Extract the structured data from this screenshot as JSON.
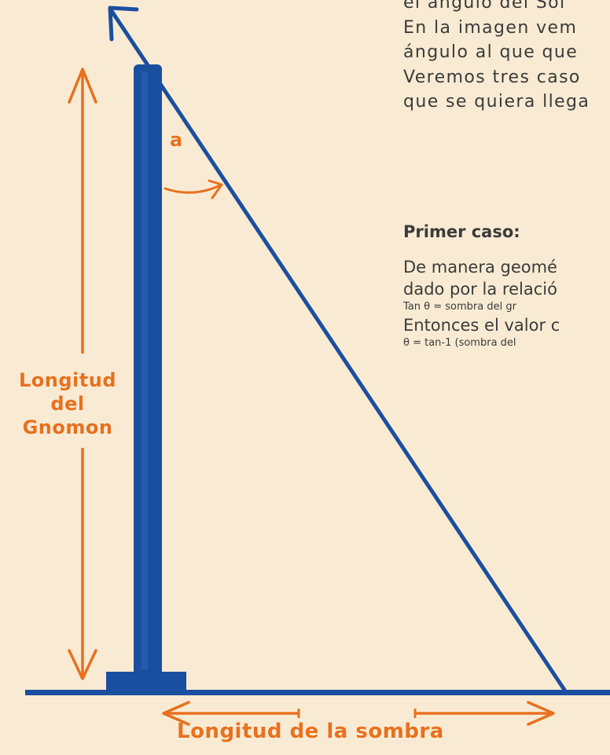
{
  "intro_lines": [
    "el ángulo del Sol",
    "En la imagen vem",
    "ángulo al que que",
    "Veremos tres caso",
    "que se quiera llega"
  ],
  "case": {
    "heading": "Primer caso:",
    "line1": "De manera geomé",
    "line2": "dado por la relació",
    "formula1": "Tan θ  = sombra del gr",
    "line3": "Entonces el valor c",
    "formula2": "θ =  tan-1 (sombra del"
  },
  "labels": {
    "angle": "a",
    "gnomon": [
      "Longitud",
      "del",
      "Gnomon"
    ],
    "shadow": "Longitud de la sombra"
  },
  "colors": {
    "background": "#f9ebd3",
    "stroke_blue": "#1a4fa0",
    "annotation_orange": "#e8701e",
    "text": "#3b3b3b"
  }
}
